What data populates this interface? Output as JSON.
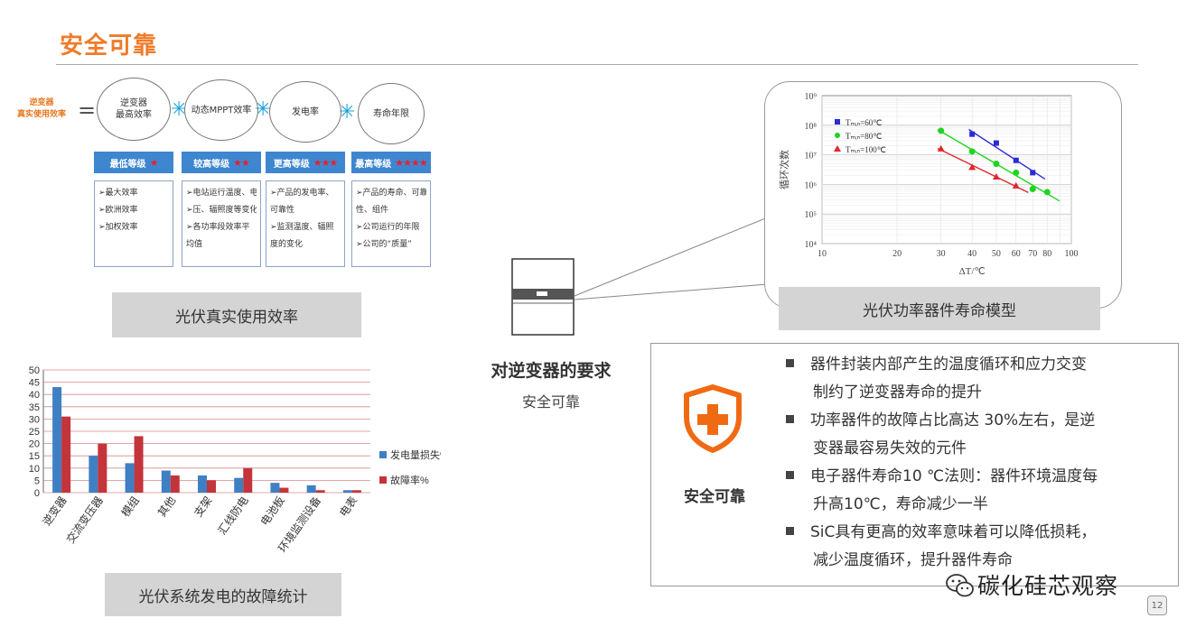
{
  "title": "安全可靠",
  "formula": {
    "lhs": "逆变器\n真实使用效率",
    "equals": "=",
    "operator": "✳",
    "terms": [
      "逆变器\n最高效率",
      "动态MPPT效率",
      "发电率",
      "寿命年限"
    ]
  },
  "levels": [
    {
      "label": "最低等级",
      "stars": "★",
      "items": [
        "最大效率",
        "欧洲效率",
        "加权效率"
      ]
    },
    {
      "label": "较高等级",
      "stars": "★★",
      "items": [
        "电站运行温度、电",
        "压、辐照度等变化，",
        "各功率段效率平",
        "均值"
      ]
    },
    {
      "label": "更高等级",
      "stars": "★★★",
      "items": [
        "产品的发电率、",
        "可靠性",
        "监测温度、辐照",
        "度的变化"
      ]
    },
    {
      "label": "最高等级",
      "stars": "★★★★",
      "items": [
        "产品的寿命、可靠",
        "性、组件",
        "公司运行的年限",
        "公司的“质量”"
      ]
    }
  ],
  "caption_left_top": "光伏真实使用效率",
  "caption_left_bottom": "光伏系统发电的故障统计",
  "caption_right_top": "光伏功率器件寿命模型",
  "fault_chart": {
    "type": "bar",
    "categories": [
      "逆变器",
      "交流变压器",
      "模组",
      "其他",
      "支架",
      "汇线防电",
      "电池板",
      "环境监测设备",
      "电表"
    ],
    "series": [
      {
        "name": "发电量损失%",
        "values": [
          43,
          15,
          12,
          9,
          7,
          6,
          4,
          3,
          1
        ],
        "color": "#3f7fc4"
      },
      {
        "name": "故障率%",
        "values": [
          31,
          20,
          23,
          7,
          5,
          10,
          2,
          1,
          1
        ],
        "color": "#c4343b"
      }
    ],
    "yticks": [
      "0",
      "5",
      "10",
      "15",
      "20",
      "25",
      "30",
      "35",
      "40",
      "45",
      "50"
    ],
    "ylim": [
      0,
      50
    ]
  },
  "chart_data": {
    "type": "scatter",
    "title": "",
    "xlabel": "ΔT/℃",
    "ylabel": "循环次数",
    "xscale": "log",
    "yscale": "log",
    "xlim": [
      10,
      100
    ],
    "ylim": [
      10000,
      1000000000
    ],
    "xtick_labels": [
      "10",
      "20",
      "30",
      "40",
      "50",
      "60",
      "70",
      "80",
      "100"
    ],
    "ytick_labels": [
      "10⁴",
      "10⁵",
      "10⁶",
      "10⁷",
      "10⁸",
      "10⁹"
    ],
    "series": [
      {
        "name": "Tₘᵢₙ=60℃",
        "color": "#2b2bd6",
        "marker": "square",
        "x": [
          40,
          50,
          60,
          70
        ],
        "y": [
          50000000,
          25000000,
          6500000,
          2500000
        ]
      },
      {
        "name": "Tₘᵢₙ=80℃",
        "color": "#1fd41f",
        "marker": "circle",
        "x": [
          30,
          40,
          50,
          60,
          70,
          80
        ],
        "y": [
          65000000,
          13000000,
          5000000,
          2500000,
          700000,
          550000
        ]
      },
      {
        "name": "Tₘᵢₙ=100℃",
        "color": "#e0282e",
        "marker": "triangle",
        "x": [
          30,
          40,
          50,
          60
        ],
        "y": [
          16000000,
          3800000,
          1800000,
          900000
        ]
      }
    ]
  },
  "inverter": {
    "title": "对逆变器的要求",
    "subtitle": "安全可靠"
  },
  "safety": {
    "label": "安全可靠",
    "icon_color": "#f06a14",
    "bullets": [
      [
        "器件封装内部产生的温度循环和应力交变",
        "制约了逆变器寿命的提升"
      ],
      [
        "功率器件的故障占比高达 30%左右，是逆",
        "变器最容易失效的元件"
      ],
      [
        "电子器件寿命10 ℃法则：器件环境温度每",
        "升高10℃，寿命减少一半"
      ],
      [
        "SiC具有更高的效率意味着可以降低损耗，",
        "减少温度循环，提升器件寿命"
      ]
    ]
  },
  "watermark": "碳化硅芯观察",
  "page_number": "12"
}
